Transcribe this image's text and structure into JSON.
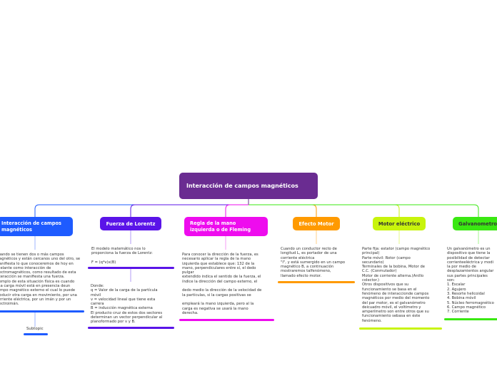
{
  "root": {
    "label": "Interacción de campos magnéticos",
    "color": "#6a2c91"
  },
  "branches": [
    {
      "id": "interaccion",
      "label": "Interacción de campos magnéticos",
      "color": "#1e5bff",
      "texts": [
        "Cuando se tienen dos o más campos\nmagnéticos y están cercanos uno del otro, se\nmanifiesta lo que conoceremos de hoy en\nadelante como interacción de\nelectromagnéticos, como resultado de esta\ninteracción se manifiesta una fuerza.\nEjemplo de esta situación física es cuando\nuna carga móvil está en presencia deun\ncampo magnético externo el cual lo puede\nproducir otra carga en movimiento, por una\ncorriente eléctrica, por un imán y por un\nelectroimán."
      ],
      "subtopic": "Subtopic"
    },
    {
      "id": "lorentz",
      "label": "Fuerza de Lorentz",
      "color": "#5a14e8",
      "texts": [
        "El modelo matemático nos lo\nproporciona la fuerza de Lorentz:\n\nF = (q*v)x(B)",
        "Donde:\nq = Valor de la carga de la partícula\nmóvil\nv = velocidad lineal que tiene esta\ncarrera\nB = inducción magnética externa\nEl producto cruz de estos dos sectores\ndeterminan un vector perpendicular al\nplanoformado por v y B."
      ]
    },
    {
      "id": "fleming",
      "label": "Regla de la mano izquierda o de Fleming",
      "color": "#ee0cee",
      "texts": [
        "Para conocer la dirección de la fuerza, es\nnecesario aplicar la regla de la mano\nizquierda que establece que: 132 de la\nmano, perpendiculares entre sí, el dedo\npulgar\nextendido indica el sentido de la fuerza, el\níndice la dirección del campo externo, el\n\ndedo medio la dirección de la velocidad de\nla partículas, si la cargas positivas se\n\nempleará la mano izquierda, pero al la\ncarga es negativa se usará la mano\nderecha."
      ]
    },
    {
      "id": "efecto",
      "label": "Efecto Motor",
      "color": "#ff9a00",
      "texts": [
        "Cuando un conductor recto de\nlongitud L, es portador de una\ncorriente eléctrica\n\"I\", y está sumergido en un campo\nmagnético B, a continuación\nmostraremos talfenómeno,\nllamado efecto motor."
      ]
    },
    {
      "id": "motor",
      "label": "Motor eléctrico",
      "color": "#c8f40c",
      "texts": [
        "Parte fija: estator (campo magnético\nprincipal)\nParte móvil: Rotor (campo\nsecundario)\nTerminales de la bobina, Motor de\nC.C. (Conmutador)\nMotor de corriente alterna.(Anillo\ncolector.)\nOtros dispositivos que su\nfuncionamiento se basa en el\nfenómeno de interaccionde campos\nmagnéticos por medio del momento\ndel par motor, es el galvanómetro\ndeicuadro móvil, el voltímetro y\namperímetro son entre otros que su\nfuncionamiento sebasa en éste\nfenómeno."
      ]
    },
    {
      "id": "galvanometro",
      "label": "Galvanometro",
      "color": "#3ae812",
      "texts": [
        "Un galvanómetro es un\ndispositivo que tiene la\nposibilidad de detectar\ncorrienteeléctrica y modi\nla por medio de\ndesplazamientos angular\nsus partes principales\nson:\n1. Escalar\n2. Agujero\n3. Resorte helicoidal\n4. Bobina móvil\n5. Núcleo ferromagnético\n6. Campo magnético\n7. Corriente"
      ]
    }
  ]
}
